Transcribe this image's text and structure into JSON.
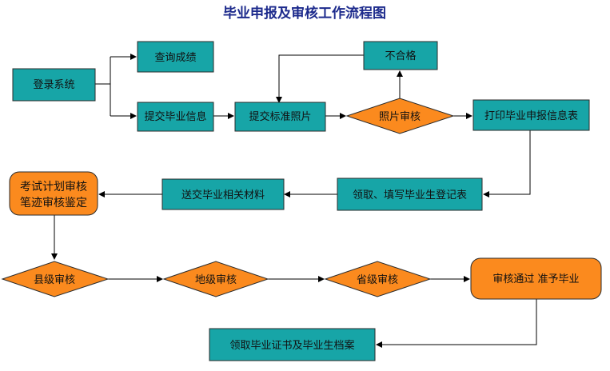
{
  "title": "毕业申报及审核工作流程图",
  "nodes": {
    "login": "登录系统",
    "query_scores": "查询成绩",
    "submit_grad_info": "提交毕业信息",
    "submit_photo": "提交标准照片",
    "photo_review": "照片审核",
    "unqualified": "不合格",
    "print_form": "打印毕业申报信息表",
    "collect_form": "领取、填写毕业生登记表",
    "send_materials": "送交毕业相关材料",
    "exam_plan_line1": "考试计划审核",
    "exam_plan_line2": "笔迹审核鉴定",
    "county_review": "县级审核",
    "prefecture_review": "地级审核",
    "province_review": "省级审核",
    "approved": "审核通过 准予毕业",
    "receive_certificate": "领取毕业证书及毕业生档案"
  },
  "colors": {
    "process_box": "#17a5a7",
    "decision": "#fb8a1e",
    "title": "#1c2a8c",
    "connector": "#000000"
  }
}
